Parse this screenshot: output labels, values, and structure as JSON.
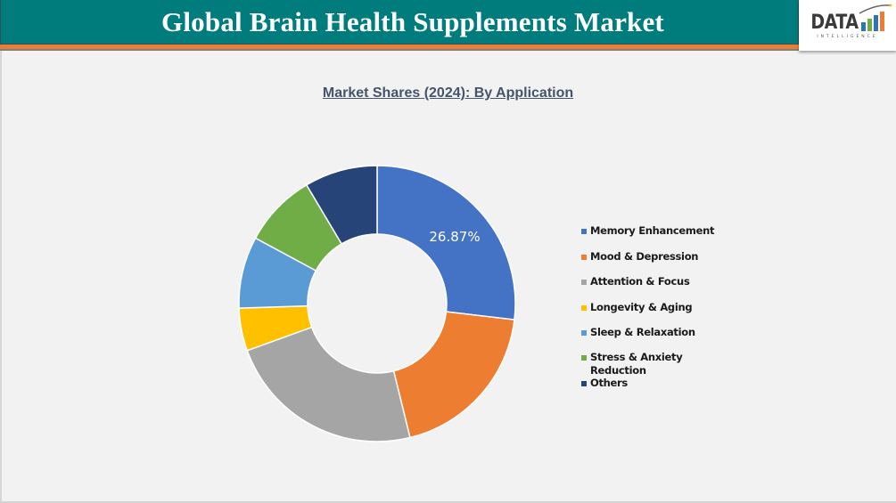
{
  "header": {
    "title": "Global Brain Health Supplements Market",
    "colors": {
      "teal": "#007c7c",
      "orange": "#ed7d31"
    }
  },
  "logo": {
    "text": "DATA",
    "subtext": "INTELLIGENCE",
    "bar_colors": [
      "#2e75b6",
      "#70ad47",
      "#2e75b6",
      "#ed7d31"
    ]
  },
  "chart_data": {
    "type": "pie",
    "subtype": "donut",
    "title": "Market Shares (2024): By Application",
    "categories": [
      "Memory Enhancement",
      "Mood & Depression",
      "Attention & Focus",
      "Longevity & Aging",
      "Sleep & Relaxation",
      "Stress & Anxiety Reduction",
      "Others"
    ],
    "values": [
      26.87,
      19.3,
      23.3,
      5.0,
      8.4,
      8.6,
      8.53
    ],
    "colors": [
      "#4472c4",
      "#ed7d31",
      "#a5a5a5",
      "#ffc000",
      "#5b9bd5",
      "#70ad47",
      "#264478"
    ],
    "data_labels": [
      {
        "category": "Memory Enhancement",
        "text": "26.87%"
      }
    ],
    "legend_position": "right"
  },
  "legend": {
    "items": [
      {
        "label": "Memory Enhancement",
        "color": "#4472c4"
      },
      {
        "label": "Mood & Depression",
        "color": "#ed7d31"
      },
      {
        "label": "Attention & Focus",
        "color": "#a5a5a5"
      },
      {
        "label": "Longevity & Aging",
        "color": "#ffc000"
      },
      {
        "label": "Sleep & Relaxation",
        "color": "#5b9bd5"
      },
      {
        "label": "Stress & Anxiety\nReduction",
        "color": "#70ad47"
      },
      {
        "label": "Others",
        "color": "#264478"
      }
    ]
  }
}
